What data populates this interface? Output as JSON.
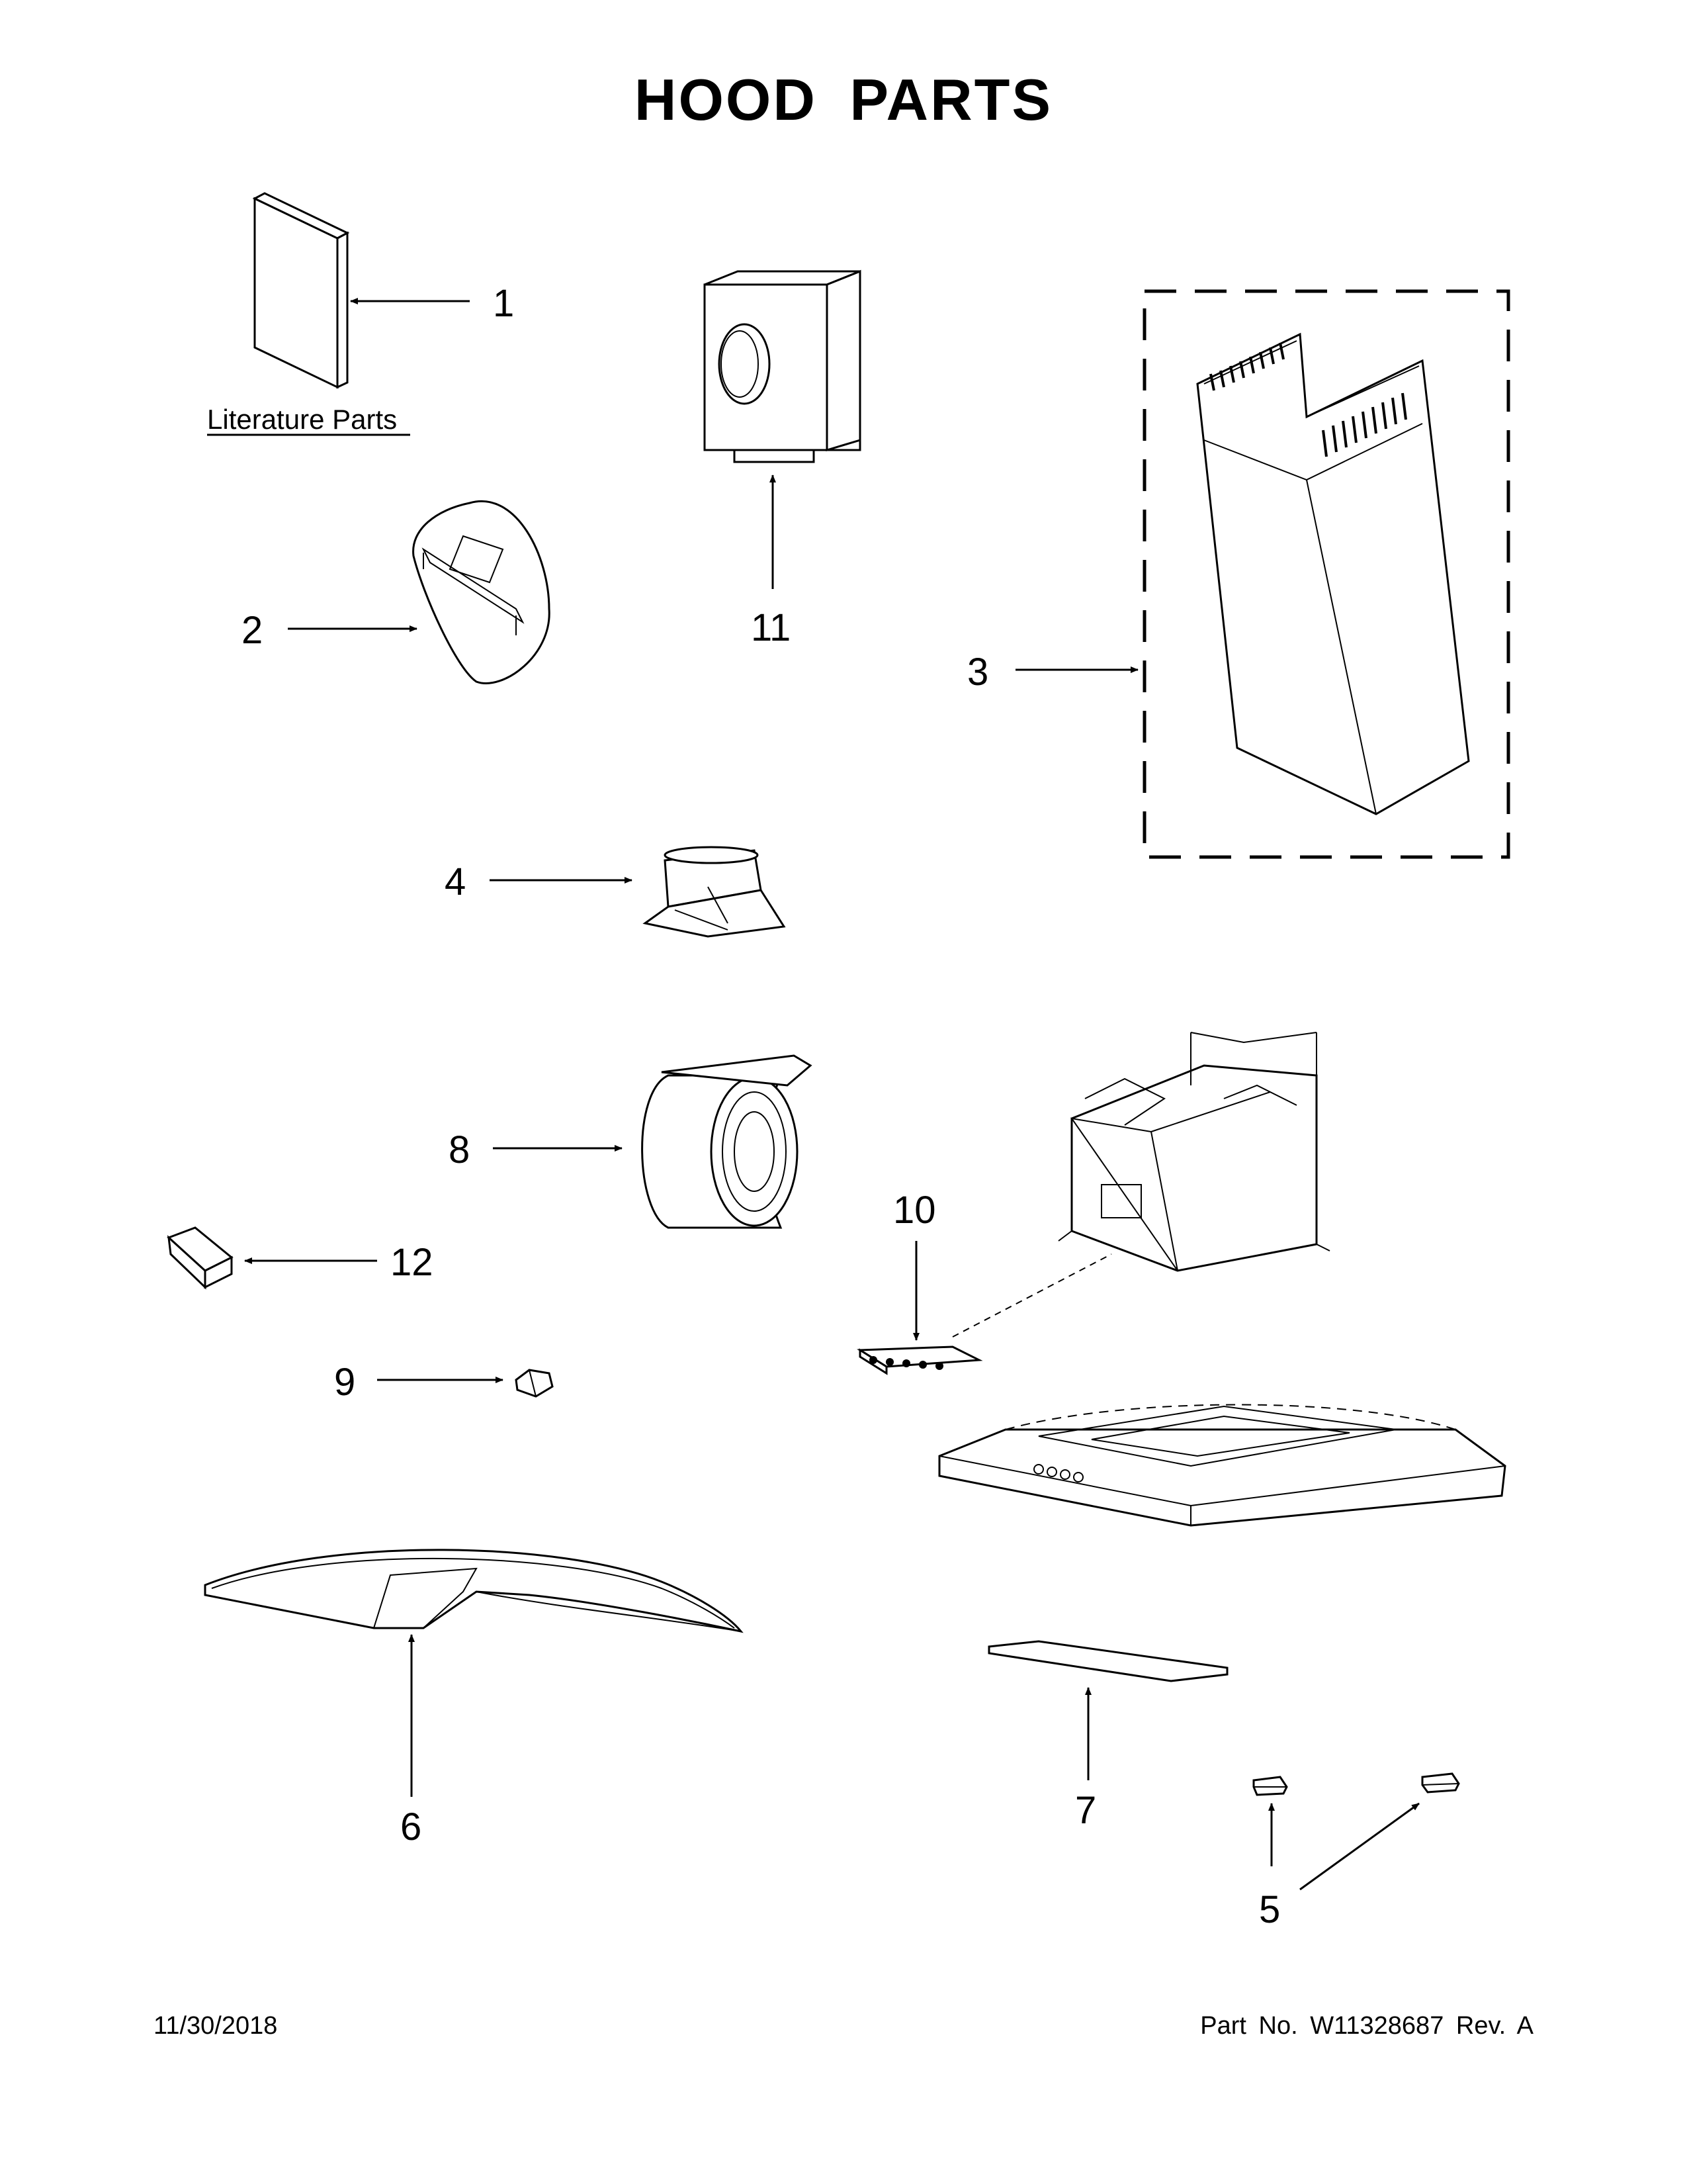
{
  "title": "HOOD PARTS",
  "literature_label": "Literature Parts",
  "callouts": [
    "1",
    "2",
    "3",
    "4",
    "5",
    "6",
    "7",
    "8",
    "9",
    "10",
    "11",
    "12"
  ],
  "footer": {
    "date": "11/30/2018",
    "part_number": "Part No.  W11328687  Rev.  A"
  }
}
